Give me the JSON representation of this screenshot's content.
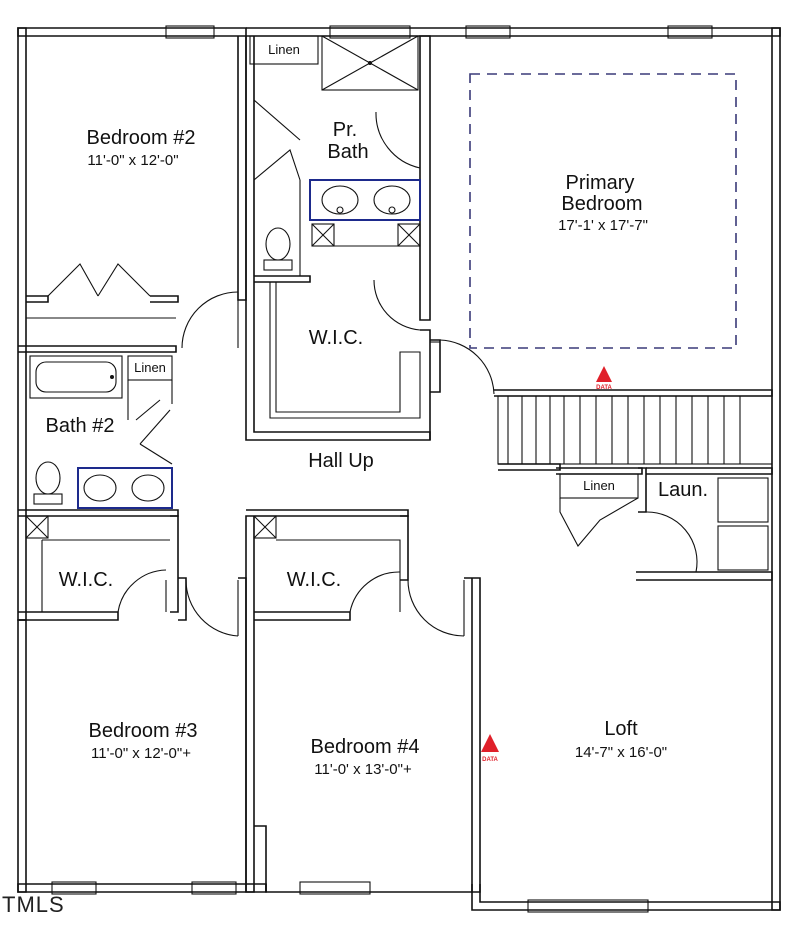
{
  "rooms": {
    "bedroom2": {
      "name": "Bedroom #2",
      "dims": "11'-0\" x 12'-0\""
    },
    "primary": {
      "name_line1": "Primary",
      "name_line2": "Bedroom",
      "dims": "17'-1' x 17'-7\""
    },
    "pr_bath": {
      "line1": "Pr.",
      "line2": "Bath"
    },
    "wic_primary": {
      "name": "W.I.C."
    },
    "bath2": {
      "name": "Bath #2"
    },
    "hall": {
      "name": "Hall Up"
    },
    "laundry": {
      "name": "Laun."
    },
    "wic3": {
      "name": "W.I.C."
    },
    "wic4": {
      "name": "W.I.C."
    },
    "bedroom3": {
      "name": "Bedroom #3",
      "dims": "11'-0\" x 12'-0\"+"
    },
    "bedroom4": {
      "name": "Bedroom #4",
      "dims": "11'-0' x 13'-0\"+"
    },
    "loft": {
      "name": "Loft",
      "dims": "14'-7\" x 16'-0\""
    }
  },
  "closets": {
    "linen_pr_bath": "Linen",
    "linen_bath2": "Linen",
    "linen_hall": "Linen"
  },
  "markers": {
    "primary": "DATA",
    "loft": "DATA"
  },
  "watermark": "TMLS",
  "colors": {
    "walls": "#111111",
    "fixtures": "#1d2a8c",
    "marker": "#e0202a",
    "dashed_outline": "#3a3a78"
  }
}
